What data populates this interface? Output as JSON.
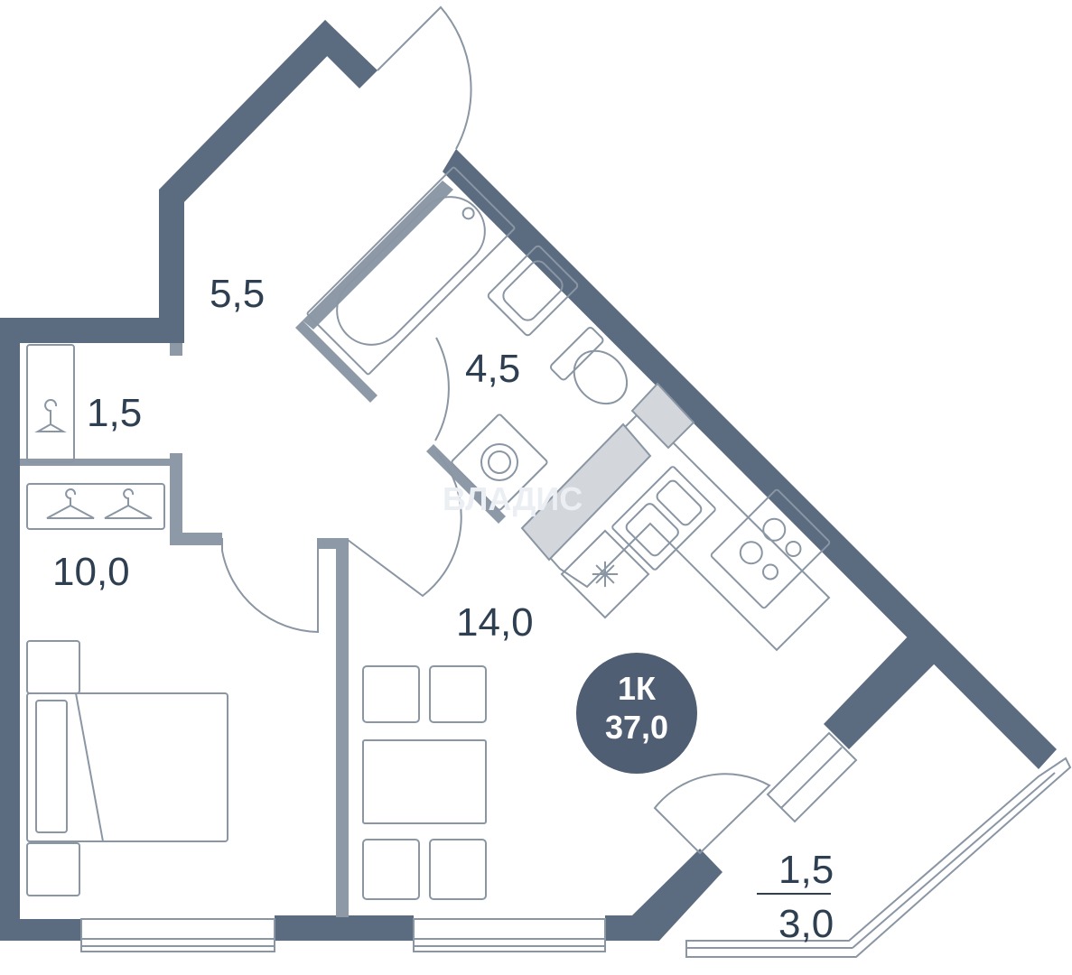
{
  "areas": {
    "hall": "5,5",
    "bathroom": "4,5",
    "closet": "1,5",
    "bedroom": "10,0",
    "kitchen_living": "14,0",
    "balcony_main": "1,5",
    "balcony_total": "3,0"
  },
  "badge": {
    "rooms": "1К",
    "total": "37,0"
  },
  "watermark": "ВЛАДИС",
  "colors": {
    "wall": "#5b6b80",
    "partition": "#8e99a8",
    "fixture": "#8a96a4",
    "fill": "#d3d7dc",
    "text": "#2e3f52",
    "badge": "#4f5e72"
  }
}
